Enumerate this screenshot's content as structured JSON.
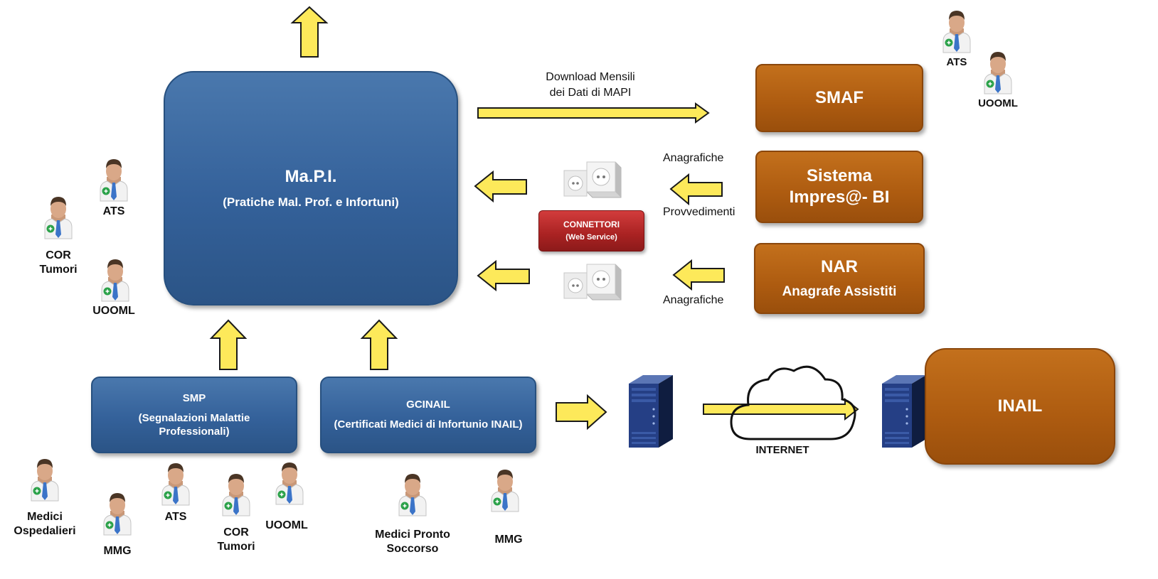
{
  "colors": {
    "arrow_fill": "#fde95a",
    "arrow_stroke": "#1a1a1a",
    "blue_box": "#34619a",
    "orange_box": "#ad5b10",
    "connector": "#a92222"
  },
  "mapi": {
    "title": "Ma.P.I.",
    "subtitle": "(Pratiche Mal. Prof. e Infortuni)"
  },
  "smp": {
    "title": "SMP",
    "subtitle": "(Segnalazioni Malattie Professionali)"
  },
  "gcinail": {
    "title": "GCINAIL",
    "subtitle": "(Certificati Medici di Infortunio INAIL)"
  },
  "smaf": {
    "title": "SMAF"
  },
  "sistema": {
    "line1": "Sistema",
    "line2": "Impres@- BI"
  },
  "nar": {
    "title": "NAR",
    "subtitle": "Anagrafe Assistiti"
  },
  "inail": {
    "title": "INAIL"
  },
  "connector": {
    "line1": "CONNETTORI",
    "line2": "(Web Service)"
  },
  "labels": {
    "download_line1": "Download Mensili",
    "download_line2": "dei Dati di MAPI",
    "anagrafiche_top": "Anagrafiche",
    "provvedimenti": "Provvedimenti",
    "anagrafiche_bottom": "Anagrafiche",
    "internet": "INTERNET"
  },
  "users": {
    "ats_top": "ATS",
    "uooml_top": "UOOML",
    "ats_left": "ATS",
    "cor_tumori_left_1": "COR",
    "cor_tumori_left_2": "Tumori",
    "uooml_left": "UOOML",
    "medici_osp_1": "Medici",
    "medici_osp_2": "Ospedalieri",
    "mmg_1": "MMG",
    "ats_bottom": "ATS",
    "cor_tumori_bottom_1": "COR",
    "cor_tumori_bottom_2": "Tumori",
    "uooml_bottom": "UOOML",
    "medici_ps_1": "Medici Pronto",
    "medici_ps_2": "Soccorso",
    "mmg_2": "MMG"
  },
  "icons": {
    "user": "doctor-user-icon",
    "socket": "power-socket-icon",
    "server": "server-icon",
    "cloud": "cloud-icon",
    "arrow": "block-arrow-icon"
  }
}
